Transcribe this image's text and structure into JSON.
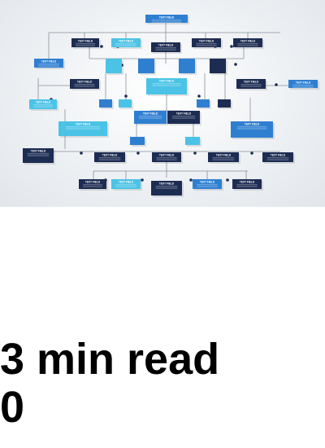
{
  "article": {
    "image": {
      "node_label": "TEXT FIELD",
      "colors": {
        "dark_navy": "#1d2c52",
        "mid_blue": "#2f7fd1",
        "light_cyan": "#4bc3e6",
        "connector": "#8a9099",
        "background": "#eef1f4"
      }
    },
    "read_time": "3 min read",
    "comment_count": "0"
  }
}
